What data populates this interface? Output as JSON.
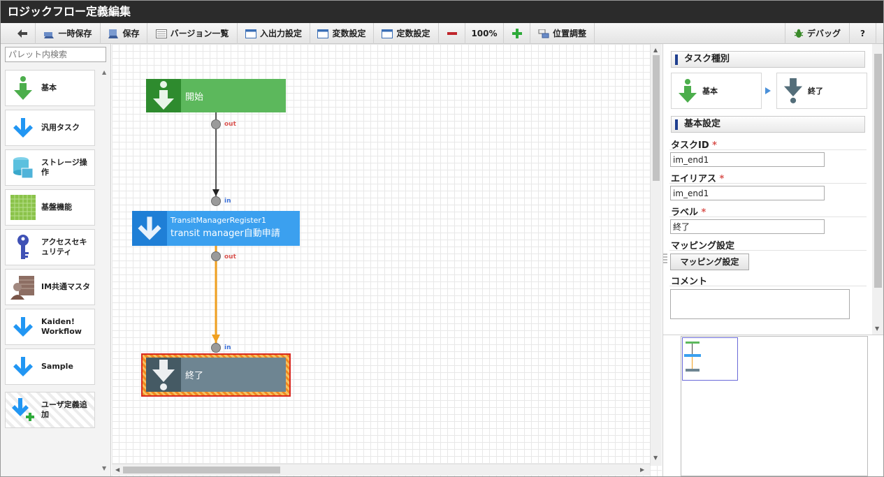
{
  "window": {
    "title": "ロジックフロー定義編集"
  },
  "toolbar": {
    "save_temp": "一時保存",
    "save": "保存",
    "version_list": "バージョン一覧",
    "io_settings": "入出力設定",
    "var_settings": "変数設定",
    "const_settings": "定数設定",
    "zoom": "100%",
    "position_adjust": "位置調整",
    "debug": "デバッグ",
    "help": "?"
  },
  "palette": {
    "search_placeholder": "パレット内検索",
    "items": [
      {
        "label": "基本",
        "icon": "down-arrow-green-icon"
      },
      {
        "label": "汎用タスク",
        "icon": "down-arrow-blue-icon"
      },
      {
        "label": "ストレージ操作",
        "icon": "database-icon"
      },
      {
        "label": "基盤機能",
        "icon": "grid-blocks-icon"
      },
      {
        "label": "アクセスセキュリティ",
        "icon": "key-icon"
      },
      {
        "label": "IM共通マスタ",
        "icon": "master-icon"
      },
      {
        "label": "Kaiden! Workflow",
        "icon": "down-arrow-blue-icon"
      },
      {
        "label": "Sample",
        "icon": "down-arrow-blue-icon"
      },
      {
        "label": "ユーザ定義追加",
        "icon": "add-user-defined-icon"
      }
    ]
  },
  "canvas": {
    "nodes": {
      "start": {
        "label": "開始"
      },
      "transit": {
        "id": "TransitManagerRegister1",
        "label": "transit manager自動申請"
      },
      "end": {
        "label": "終了"
      }
    },
    "ports": {
      "out": "out",
      "in": "in"
    }
  },
  "properties": {
    "task_type_header": "タスク種別",
    "task_category": "基本",
    "task_type": "終了",
    "basic_header": "基本設定",
    "task_id_label": "タスクID",
    "task_id": "im_end1",
    "alias_label": "エイリアス",
    "alias": "im_end1",
    "label_label": "ラベル",
    "label": "終了",
    "required_mark": "*",
    "mapping_label": "マッピング設定",
    "mapping_button": "マッピング設定",
    "comment_label": "コメント",
    "comment": ""
  },
  "colors": {
    "start": "#5cb85c",
    "start_dark": "#2e8b2e",
    "task": "#3ba0ef",
    "task_dark": "#1f7fd6",
    "end": "#6e8592",
    "end_dark": "#455a64",
    "selection": "#d9281e",
    "flow_default": "#222222",
    "flow_highlight": "#f0a020"
  }
}
